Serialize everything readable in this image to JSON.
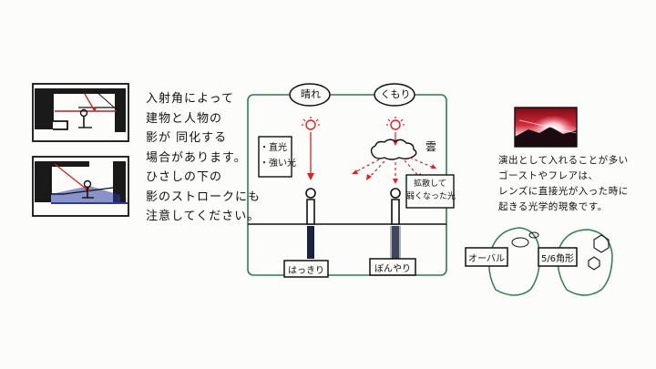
{
  "left_note": {
    "lines": [
      "入射角によって",
      "建物と人物の",
      "影が 同化する",
      "場合があります。",
      "ひさしの下の",
      "影のストロークにも",
      "注意してください。"
    ]
  },
  "weather": {
    "sunny_label": "晴れ",
    "cloudy_label": "くもり",
    "direct_light_lines": [
      "・直光",
      "・強い光"
    ],
    "cloud_label": "雲",
    "diffused_light_lines": [
      "拡散して",
      "弱くなった光"
    ],
    "sunny_shadow_label": "はっきり",
    "cloudy_shadow_label": "ぼんやり"
  },
  "right_note": {
    "lines": [
      "演出として入れることが多い",
      "ゴーストやフレアは、",
      "レンズに直接光が入った時に",
      "起きる光学的現象です。"
    ]
  },
  "shapes": {
    "oval_label": "オーバル",
    "hexagon_label": "5/6角形"
  },
  "colors": {
    "ink": "#111111",
    "red": "#e02020",
    "green": "#2e7d4f",
    "navy": "#1c2340"
  }
}
